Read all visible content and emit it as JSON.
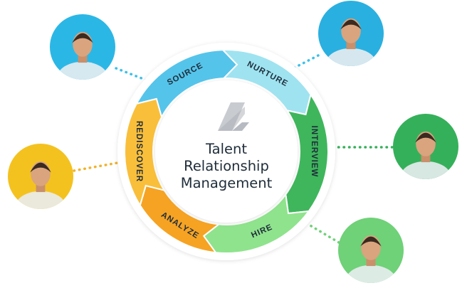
{
  "center": {
    "title_lines": [
      "Talent",
      "Relationship",
      "Management"
    ],
    "logo_icon": "stacked-chevron-logo-icon"
  },
  "stages": [
    {
      "key": "source",
      "label": "SOURCE",
      "color": "#55c4ea"
    },
    {
      "key": "nurture",
      "label": "NURTURE",
      "color": "#9fe3f0"
    },
    {
      "key": "interview",
      "label": "INTERVIEW",
      "color": "#3fb65c"
    },
    {
      "key": "hire",
      "label": "HIRE",
      "color": "#8fe38d"
    },
    {
      "key": "analyze",
      "label": "ANALYZE",
      "color": "#f6a323"
    },
    {
      "key": "rediscover",
      "label": "REDISCOVER",
      "color": "#f9bf3b"
    }
  ],
  "people": [
    {
      "key": "top-left",
      "background": "#2bb7e6",
      "icon": "person-glasses-beard-avatar",
      "connector_color": "#3cc0ea"
    },
    {
      "key": "top-right",
      "background": "#2ab0e0",
      "icon": "person-curly-hair-avatar",
      "connector_color": "#3cc0ea"
    },
    {
      "key": "middle-left",
      "background": "#f4c21f",
      "icon": "person-smiling-man-avatar",
      "connector_color": "#f2b229"
    },
    {
      "key": "middle-right",
      "background": "#35b05a",
      "icon": "person-laughing-man-avatar",
      "connector_color": "#35b05a"
    },
    {
      "key": "bottom-right",
      "background": "#6fd178",
      "icon": "person-blonde-woman-avatar",
      "connector_color": "#6fd178"
    }
  ]
}
